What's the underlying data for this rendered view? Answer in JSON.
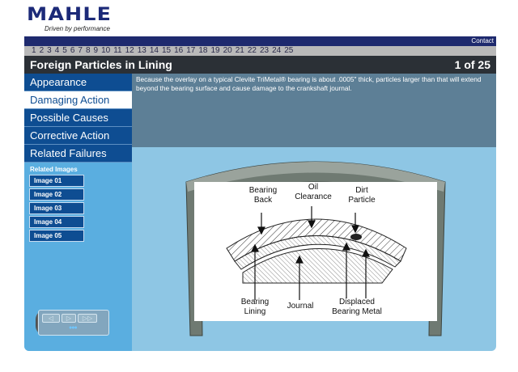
{
  "brand": {
    "logo": "MAHLE",
    "tagline": "Driven by performance"
  },
  "topbar": {
    "contact": "Contact"
  },
  "pages": [
    "1",
    "2",
    "3",
    "4",
    "5",
    "6",
    "7",
    "8",
    "9",
    "10",
    "11",
    "12",
    "13",
    "14",
    "15",
    "16",
    "17",
    "18",
    "19",
    "20",
    "21",
    "22",
    "23",
    "24",
    "25"
  ],
  "title": "Foreign Particles in Lining",
  "page_indicator": "1 of 25",
  "menu": [
    {
      "label": "Appearance"
    },
    {
      "label": "Damaging Action"
    },
    {
      "label": "Possible Causes"
    },
    {
      "label": "Corrective Action"
    },
    {
      "label": "Related Failures"
    }
  ],
  "selected_menu": "Damaging Action",
  "related_images": {
    "title": "Related Images",
    "items": [
      "Image 01",
      "Image 02",
      "Image 03",
      "Image 04",
      "Image 05"
    ]
  },
  "description": "Because the overlay on a typical Clevite TriMetal® bearing is about .0005\" thick, particles larger than that will extend beyond the bearing surface and cause damage to the crankshaft journal.",
  "diagram": {
    "bearing_back": "Bearing Back",
    "oil_clearance": "Oil Clearance",
    "dirt_particle": "Dirt Particle",
    "bearing_lining": "Bearing Lining",
    "journal": "Journal",
    "displaced_metal": "Displaced Bearing Metal"
  },
  "player": {
    "prev": "◁",
    "play": "▷",
    "next": "▷▷",
    "dots": "●●●"
  }
}
